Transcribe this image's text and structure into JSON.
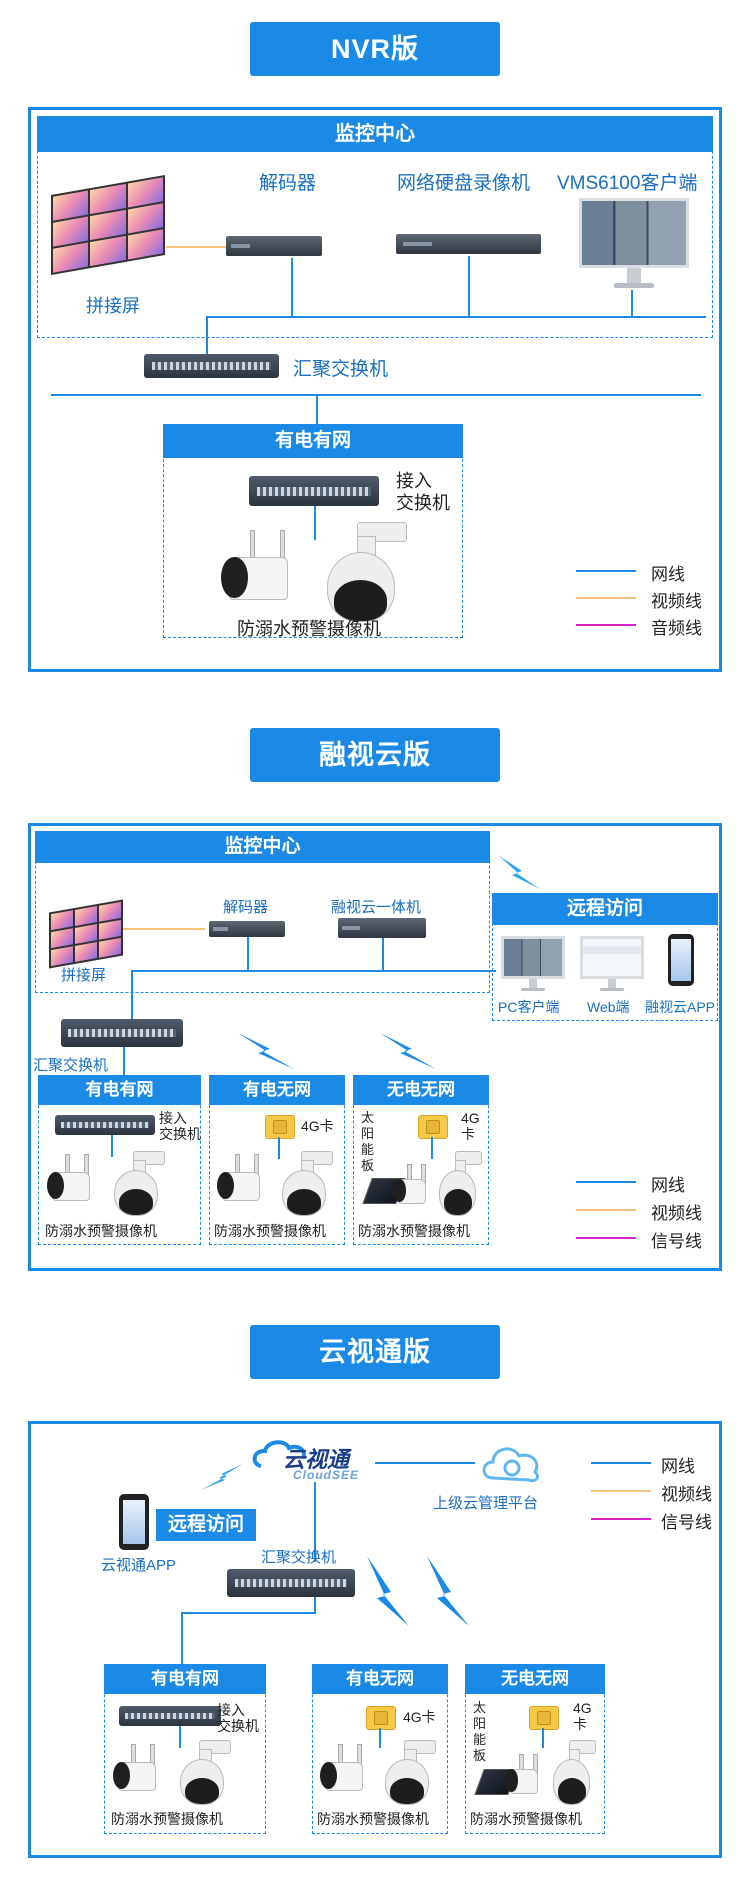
{
  "colors": {
    "primary": "#1a8ae6",
    "network": "#1a8ae6",
    "video": "#f6c27a",
    "signal": "#d822c8"
  },
  "legend": {
    "network": "网线",
    "video": "视频线",
    "audio": "音频线",
    "signal": "信号线"
  },
  "nvr": {
    "banner": "NVR版",
    "center_title": "监控中心",
    "decoder": "解码器",
    "nvr_device": "网络硬盘录像机",
    "vms_client": "VMS6100客户端",
    "video_wall": "拼接屏",
    "aggregation_switch": "汇聚交换机",
    "wired_group_title": "有电有网",
    "access_switch": "接入\n交换机",
    "camera_label": "防溺水预警摄像机"
  },
  "cloud": {
    "banner": "融视云版",
    "center_title": "监控中心",
    "decoder": "解码器",
    "all_in_one": "融视云一体机",
    "video_wall": "拼接屏",
    "aggregation_switch": "汇聚交换机",
    "remote_title": "远程访问",
    "pc_client": "PC客户端",
    "web_client": "Web端",
    "app": "融视云APP",
    "groups": {
      "wired": {
        "title": "有电有网",
        "access_switch": "接入\n交换机"
      },
      "power_4g": {
        "title": "有电无网",
        "card": "4G卡"
      },
      "solar_4g": {
        "title": "无电无网",
        "card": "4G\n卡",
        "solar": "太\n阳\n能\n板"
      }
    },
    "camera_label": "防溺水预警摄像机"
  },
  "ysee": {
    "banner": "云视通版",
    "logo_cn": "云视通",
    "logo_en": "CloudSEE",
    "upper_platform": "上级云管理平台",
    "remote_access": "远程访问",
    "app": "云视通APP",
    "aggregation_switch": "汇聚交换机",
    "groups": {
      "wired": {
        "title": "有电有网",
        "access_switch": "接入\n交换机"
      },
      "power_4g": {
        "title": "有电无网",
        "card": "4G卡"
      },
      "solar_4g": {
        "title": "无电无网",
        "card": "4G\n卡",
        "solar": "太\n阳\n能\n板"
      }
    },
    "camera_label": "防溺水预警摄像机"
  }
}
